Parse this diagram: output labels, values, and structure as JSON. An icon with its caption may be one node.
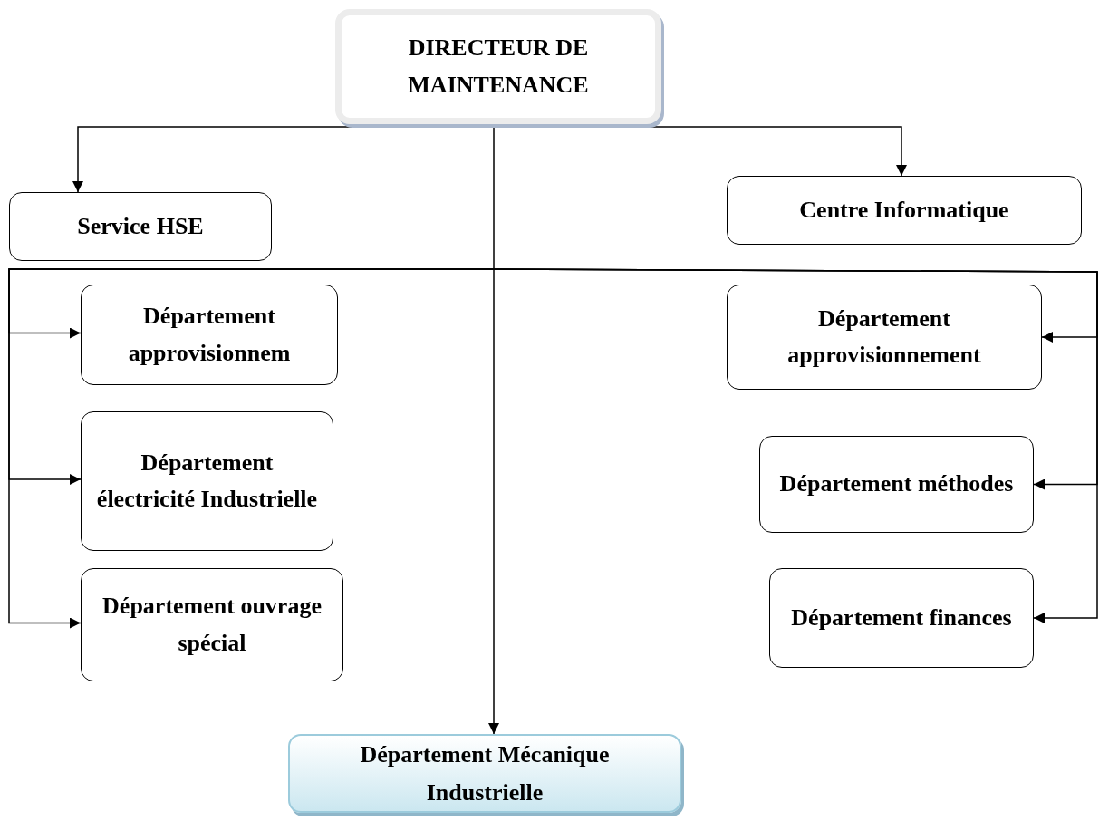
{
  "diagram": {
    "nodes": [
      {
        "text": [
          "DIRECTEUR DE MAINTENANCE"
        ]
      },
      {
        "text": [
          "Service HSE"
        ]
      },
      {
        "text": [
          "Centre Informatique"
        ]
      },
      {
        "text": [
          "Département approvisionnem"
        ]
      },
      {
        "text": [
          "Département électricité Industrielle"
        ]
      },
      {
        "text": [
          "Département ouvrage spécial"
        ]
      },
      {
        "text": [
          "Département approvisionnement"
        ]
      },
      {
        "text": [
          "Département méthodes"
        ]
      },
      {
        "text": [
          "Département finances"
        ]
      },
      {
        "text": [
          "Département Mécanique Industrielle"
        ]
      }
    ],
    "edges": [
      {
        "from": 0,
        "to": 1,
        "arrow": "to"
      },
      {
        "from": 0,
        "to": 2,
        "arrow": "to"
      },
      {
        "from": 0,
        "to": 9,
        "arrow": "to"
      },
      {
        "from": null,
        "to": 3,
        "arrow": "to"
      },
      {
        "from": null,
        "to": 4,
        "arrow": "to"
      },
      {
        "from": null,
        "to": 5,
        "arrow": "to"
      },
      {
        "from": null,
        "to": 6,
        "arrow": "to"
      },
      {
        "from": null,
        "to": 7,
        "arrow": "to"
      },
      {
        "from": null,
        "to": 8,
        "arrow": "to"
      }
    ]
  }
}
